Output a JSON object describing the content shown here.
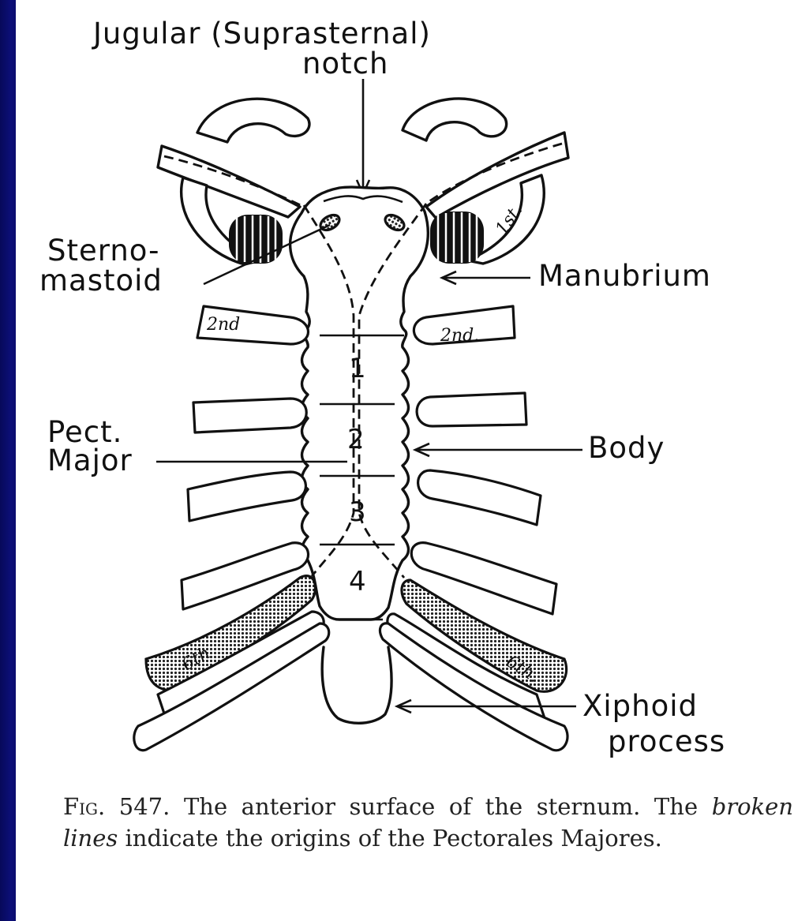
{
  "figure": {
    "labels": {
      "jugular_line1": "Jugular (Suprasternal)",
      "jugular_line2": "notch",
      "sternomastoid_line1": "Sterno-",
      "sternomastoid_line2": "mastoid",
      "manubrium": "Manubrium",
      "pect_line1": "Pect.",
      "pect_line2": "Major",
      "body": "Body",
      "xiphoid_line1": "Xiphoid",
      "xiphoid_line2": "process"
    },
    "segment_numbers": [
      "1",
      "2",
      "3",
      "4"
    ],
    "rib_labels": {
      "first_right": "1st.",
      "second_left": "2nd",
      "second_right": "2nd.",
      "sixth_left": "6th",
      "sixth_right": "6th."
    }
  },
  "caption": {
    "fig_number": "Fig. 547.",
    "text_part1": "The anterior surface of the sternum. The",
    "emphasis": "broken lines",
    "text_part2": "indicate the origins of the Pectorales Majores."
  },
  "colors": {
    "slide_background": "#0b0d6e",
    "figure_background": "#ffffff",
    "ink": "#111111"
  }
}
